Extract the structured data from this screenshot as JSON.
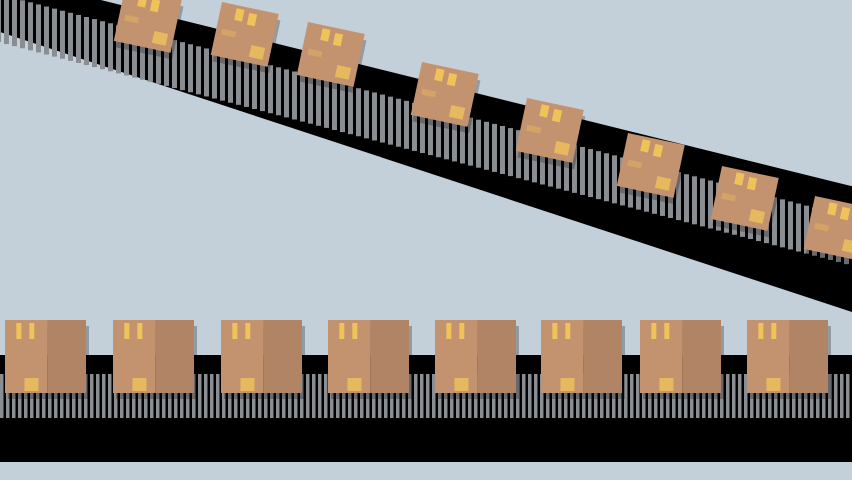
{
  "scene": {
    "colors": {
      "background": "#c3cfd9",
      "belt": "#000000",
      "roller": "#8a8d91",
      "box_front": "#c39370",
      "box_side": "#b08465",
      "tape": "#f0c35a"
    },
    "upper_conveyor": {
      "box_count": 8,
      "direction": "inclined"
    },
    "lower_conveyor": {
      "box_count": 8,
      "direction": "horizontal"
    }
  }
}
